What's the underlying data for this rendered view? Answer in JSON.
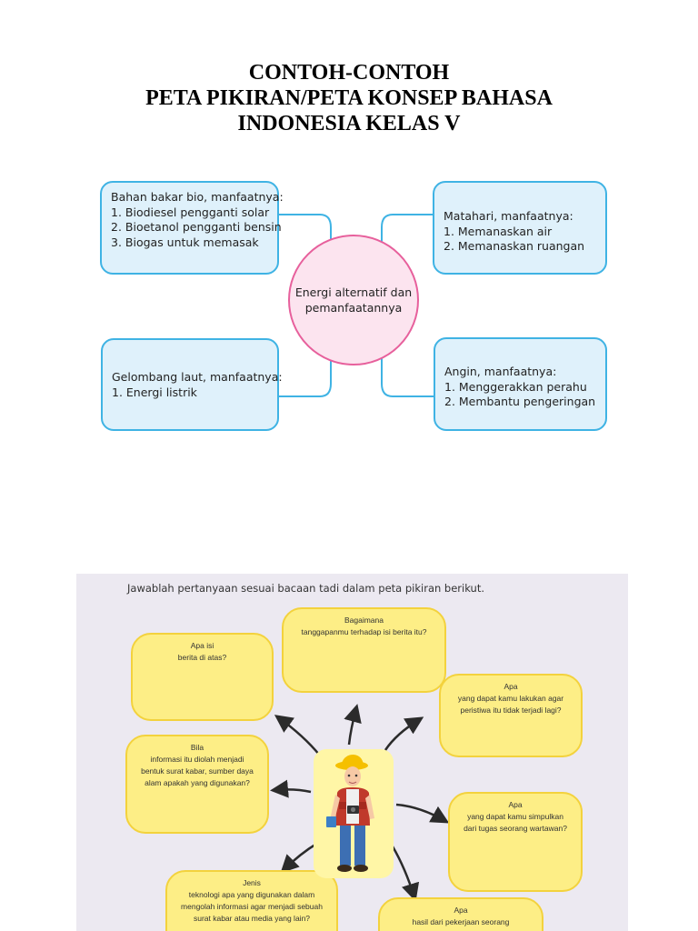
{
  "title": {
    "line1": "CONTOH-CONTOH",
    "line2": "PETA PIKIRAN/PETA KONSEP BAHASA",
    "line3": "INDONESIA KELAS V"
  },
  "concept_map": {
    "center": {
      "line1": "Energi alternatif dan",
      "line2": "pemanfaatannya"
    },
    "top_left": {
      "heading": "Bahan bakar bio, manfaatnya:",
      "items": [
        "1. Biodiesel pengganti solar",
        "2. Bioetanol pengganti bensin",
        "3. Biogas untuk memasak"
      ]
    },
    "top_right": {
      "heading": "Matahari, manfaatnya:",
      "items": [
        "1. Memanaskan air",
        "2. Memanaskan ruangan"
      ]
    },
    "bottom_left": {
      "heading": "Gelombang laut, manfaatnya:",
      "items": [
        "1. Energi listrik"
      ]
    },
    "bottom_right": {
      "heading": "Angin, manfaatnya:",
      "items": [
        "1. Menggerakkan perahu",
        "2. Membantu pengeringan"
      ]
    },
    "colors": {
      "box_fill": "#dff1fb",
      "box_border": "#3fb3e4",
      "center_fill": "#fce4ef",
      "center_border": "#e7609c"
    }
  },
  "mind_map": {
    "instruction": "Jawablah pertanyaan sesuai bacaan tadi dalam peta pikiran berikut.",
    "bubbles": {
      "apa_isi": [
        "Apa isi",
        "berita di atas?"
      ],
      "bagaimana": [
        "Bagaimana",
        "tanggapanmu terhadap isi berita itu?"
      ],
      "apa_lakukan": [
        "Apa",
        "yang dapat kamu lakukan agar",
        "peristiwa itu tidak terjadi lagi?"
      ],
      "bila": [
        "Bila",
        "informasi itu diolah menjadi",
        "bentuk surat kabar, sumber daya",
        "alam apakah yang digunakan?"
      ],
      "apa_simpulkan": [
        "Apa",
        "yang dapat kamu simpulkan",
        "dari tugas seorang wartawan?"
      ],
      "jenis": [
        "Jenis",
        "teknologi apa yang digunakan dalam",
        "mengolah informasi agar menjadi sebuah",
        "surat kabar atau media yang lain?"
      ],
      "apa_hasil": [
        "Apa",
        "hasil dari pekerjaan seorang"
      ]
    },
    "colors": {
      "panel": "#ece9f1",
      "bubble_fill": "#fdee86",
      "bubble_border": "#f3d23d"
    },
    "center_icon": "reporter-icon"
  }
}
